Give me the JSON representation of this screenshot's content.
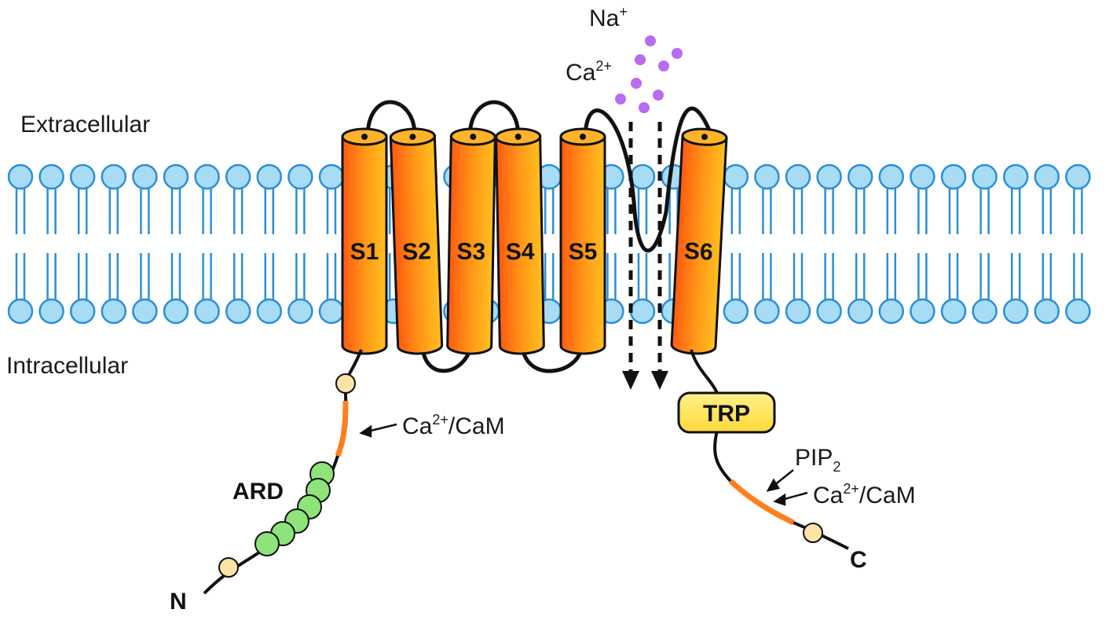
{
  "labels": {
    "extracellular": "Extracellular",
    "intracellular": "Intracellular",
    "na_base": "Na",
    "na_sup": "+",
    "ca_base": "Ca",
    "ca_sup": "2+",
    "cam_left_base": "Ca",
    "cam_left_sup": "2+",
    "cam_left_rest": "/CaM",
    "cam_right_base": "Ca",
    "cam_right_sup": "2+",
    "cam_right_rest": "/CaM",
    "pip_base": "PIP",
    "pip_sub": "2",
    "ard": "ARD",
    "n_terminus": "N",
    "c_terminus": "C",
    "trp_box": "TRP"
  },
  "helices": [
    {
      "label": "S1"
    },
    {
      "label": "S2"
    },
    {
      "label": "S3"
    },
    {
      "label": "S4"
    },
    {
      "label": "S5"
    },
    {
      "label": "S6"
    }
  ],
  "colors": {
    "membrane_head": "#a8dcf4",
    "membrane_stroke": "#2a8fd8",
    "helix_dark": "#ff5a10",
    "helix_light": "#ffc020",
    "ion": "#b86cf0",
    "ard_bead": "#8ee37a",
    "end_bead": "#fde3a7",
    "cam_segment": "#ff7f1e",
    "trp_box": "#ffe35a"
  }
}
